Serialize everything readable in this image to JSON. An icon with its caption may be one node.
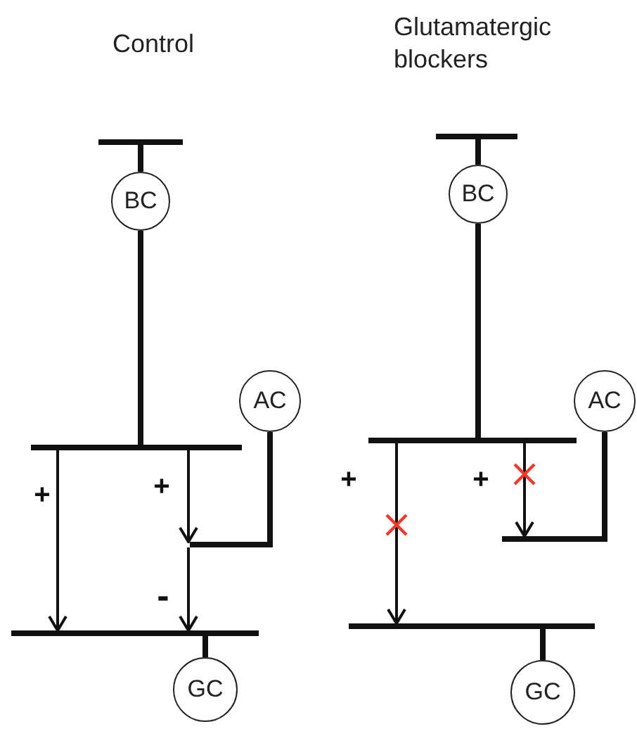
{
  "diagram": {
    "nodes": [
      {
        "text": [],
        "shape": "bar"
      },
      {
        "text": [
          "BC"
        ]
      },
      {
        "text": [],
        "shape": "bar"
      },
      {
        "text": [
          "AC"
        ]
      },
      {
        "text": [],
        "shape": "bar"
      },
      {
        "text": [],
        "shape": "bar"
      },
      {
        "text": [
          "GC"
        ]
      },
      {
        "text": [],
        "shape": "bar"
      },
      {
        "text": [
          "BC"
        ]
      },
      {
        "text": [],
        "shape": "bar"
      },
      {
        "text": [
          "AC"
        ]
      },
      {
        "text": [],
        "shape": "bar"
      },
      {
        "text": [],
        "shape": "bar"
      },
      {
        "text": [
          "GC"
        ]
      }
    ],
    "edges": [
      {
        "from": 0,
        "to": 1,
        "arrow": "none"
      },
      {
        "from": 1,
        "to": 2,
        "arrow": "none"
      },
      {
        "from": 3,
        "to": 4,
        "arrow": "none"
      },
      {
        "from": 2,
        "to": 5,
        "arrow": "to",
        "label": "+"
      },
      {
        "from": 2,
        "to": 4,
        "arrow": "to",
        "label": "+"
      },
      {
        "from": 4,
        "to": 5,
        "arrow": "to",
        "label": "-"
      },
      {
        "from": 5,
        "to": 6,
        "arrow": "none"
      },
      {
        "from": 7,
        "to": 8,
        "arrow": "none"
      },
      {
        "from": 8,
        "to": 9,
        "arrow": "none"
      },
      {
        "from": 10,
        "to": 11,
        "arrow": "none"
      },
      {
        "from": 9,
        "to": 12,
        "arrow": "to",
        "label": "+"
      },
      {
        "from": 9,
        "to": 11,
        "arrow": "to",
        "label": "+"
      },
      {
        "from": 12,
        "to": 13,
        "arrow": "none"
      }
    ],
    "labels": [
      "Control",
      "Glutamatergic blockers"
    ]
  }
}
